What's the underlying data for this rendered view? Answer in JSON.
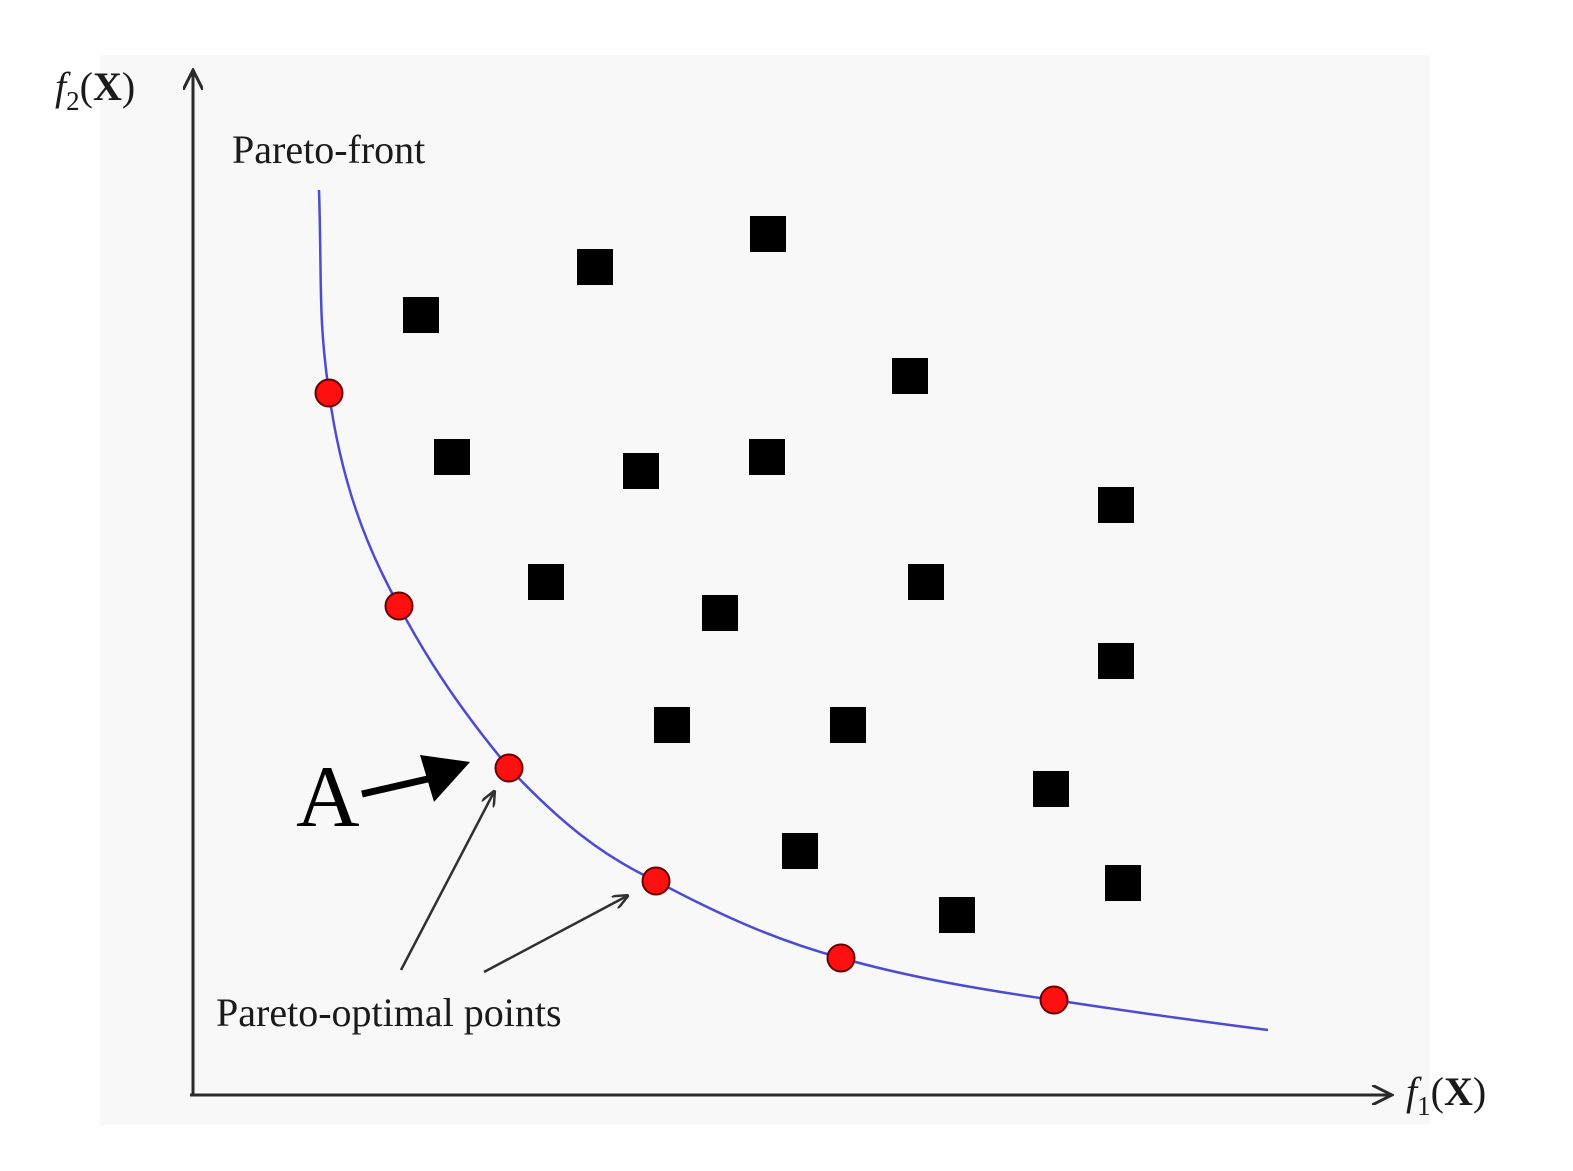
{
  "figure": {
    "y_axis": {
      "func": "f",
      "sub": "2",
      "arg_open": "(",
      "arg_bold": "X",
      "arg_close": ")"
    },
    "x_axis": {
      "func": "f",
      "sub": "1",
      "arg_open": "(",
      "arg_bold": "X",
      "arg_close": ")"
    },
    "front_label": "Pareto-front",
    "optimal_label": "Pareto-optimal points",
    "point_label": "A",
    "colors": {
      "front_curve": "#4b4bd4",
      "optimal_point": "#ff1010",
      "dominated_point": "#000000",
      "axis": "#2a2a2a",
      "background": "#f8f8f8"
    },
    "markers": {
      "dominated": "square",
      "optimal": "circle"
    }
  }
}
